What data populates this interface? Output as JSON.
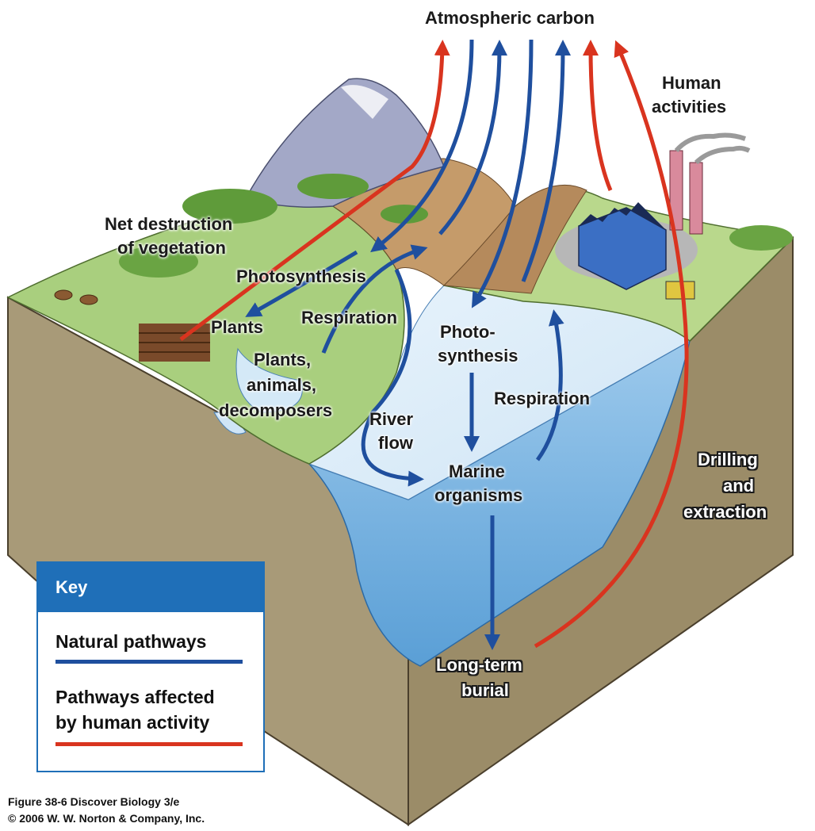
{
  "labels": {
    "atmospheric_carbon": "Atmospheric carbon",
    "human_activities_1": "Human",
    "human_activities_2": "activities",
    "net_destruction_1": "Net destruction",
    "net_destruction_2": "of vegetation",
    "photosynthesis_land": "Photosynthesis",
    "plants": "Plants",
    "respiration_land": "Respiration",
    "plants_animals_1": "Plants,",
    "plants_animals_2": "animals,",
    "plants_animals_3": "decomposers",
    "river_flow_1": "River",
    "river_flow_2": "flow",
    "photosynthesis_sea_1": "Photo-",
    "photosynthesis_sea_2": "synthesis",
    "respiration_sea": "Respiration",
    "marine_1": "Marine",
    "marine_2": "organisms",
    "drilling_1": "Drilling",
    "drilling_2": "and",
    "drilling_3": "extraction",
    "burial_1": "Long-term",
    "burial_2": "burial"
  },
  "key": {
    "title": "Key",
    "natural": "Natural pathways",
    "human_1": "Pathways affected",
    "human_2": "by human activity",
    "natural_color": "#1f4f9e",
    "human_color": "#d9341f"
  },
  "caption": {
    "line1": "Figure 38-6  Discover Biology 3/e",
    "line2": "© 2006 W. W. Norton & Company, Inc."
  }
}
